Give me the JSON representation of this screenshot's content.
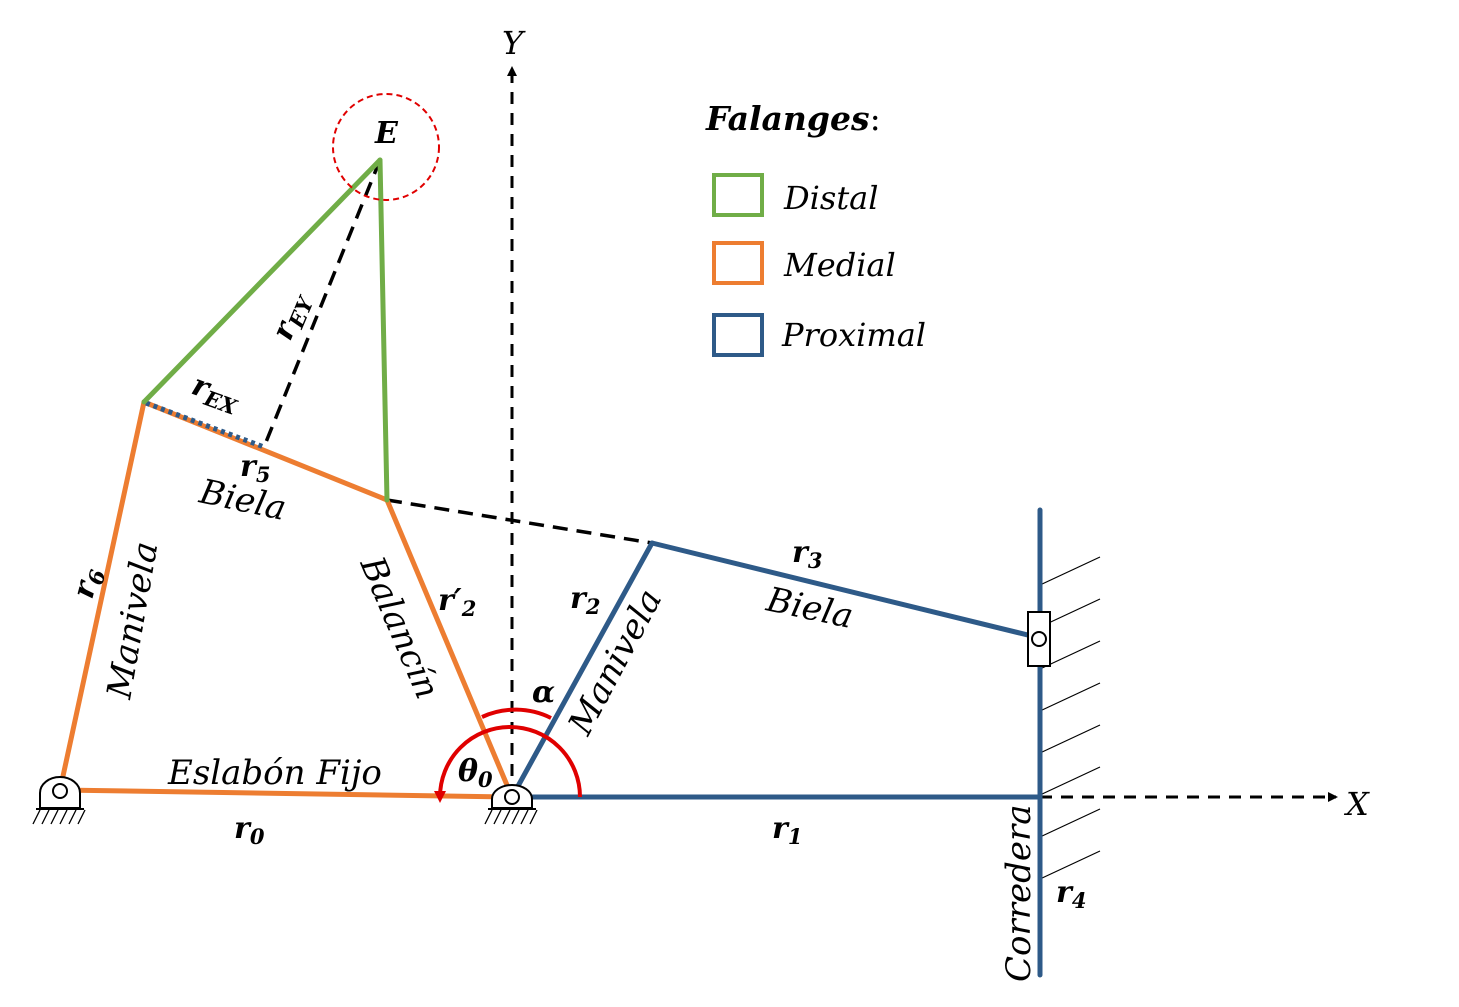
{
  "colors": {
    "distal": "#70ad47",
    "medial": "#ed7d31",
    "proximal": "#2e5a88",
    "angle": "#e00000",
    "dashed": "#000000"
  },
  "axes": {
    "y_label": "Y",
    "x_label": "X"
  },
  "point_label": "E",
  "legend": {
    "title": "Falanges",
    "title_suffix": ":",
    "items": [
      {
        "label": "Distal",
        "color": "#70ad47"
      },
      {
        "label": "Medial",
        "color": "#ed7d31"
      },
      {
        "label": "Proximal",
        "color": "#2e5a88"
      }
    ]
  },
  "link_names": {
    "biela_medial": "Biela",
    "manivela_medial": "Manivela",
    "balancin": "Balancín",
    "manivela_proximal": "Manivela",
    "biela_proximal": "Biela",
    "eslabon_fijo": "Eslabón Fijo",
    "corredera": "Corredera"
  },
  "symbols": {
    "r_ey": {
      "base": "r",
      "sub": "EY"
    },
    "r_ex": {
      "base": "r",
      "sub": "EX"
    },
    "r5": {
      "base": "r",
      "sub": "5"
    },
    "r6": {
      "base": "r",
      "sub": "6"
    },
    "r2_prime": {
      "base": "r′",
      "sub": "2"
    },
    "r2": {
      "base": "r",
      "sub": "2"
    },
    "r3": {
      "base": "r",
      "sub": "3"
    },
    "r0": {
      "base": "r",
      "sub": "0"
    },
    "r1": {
      "base": "r",
      "sub": "1"
    },
    "r4": {
      "base": "r",
      "sub": "4"
    },
    "alpha": "α",
    "theta0": {
      "base": "θ",
      "sub": "0"
    }
  }
}
